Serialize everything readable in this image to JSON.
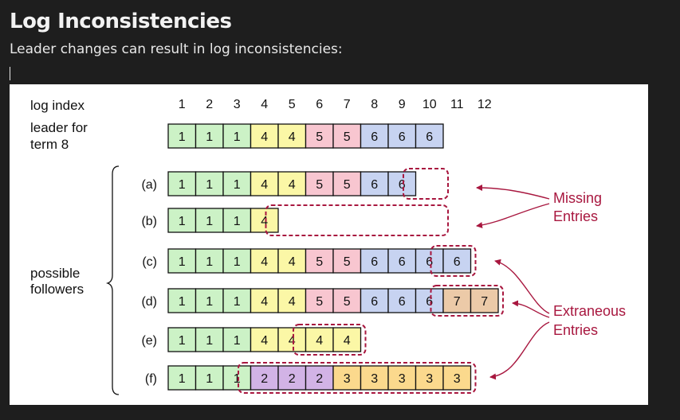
{
  "header": {
    "title": "Log Inconsistencies",
    "subtitle": "Leader changes can result in log inconsistencies:"
  },
  "diagram": {
    "log_index_label": "log index",
    "leader_label_line1": "leader for",
    "leader_label_line2": "term 8",
    "followers_label_line1": "possible",
    "followers_label_line2": "followers",
    "indices": [
      "1",
      "2",
      "3",
      "4",
      "5",
      "6",
      "7",
      "8",
      "9",
      "10",
      "11",
      "12"
    ],
    "term_colors": {
      "1": "#ccf2c6",
      "2": "#d2b3e6",
      "3": "#fbd98d",
      "4": "#fbf7a6",
      "5": "#f8c6d0",
      "6": "#c7d3f1",
      "7": "#eccaa8"
    },
    "leader": [
      1,
      1,
      1,
      4,
      4,
      5,
      5,
      6,
      6,
      6
    ],
    "followers": [
      {
        "label": "(a)",
        "entries": [
          1,
          1,
          1,
          4,
          4,
          5,
          5,
          6,
          6
        ]
      },
      {
        "label": "(b)",
        "entries": [
          1,
          1,
          1,
          4
        ]
      },
      {
        "label": "(c)",
        "entries": [
          1,
          1,
          1,
          4,
          4,
          5,
          5,
          6,
          6,
          6,
          6
        ]
      },
      {
        "label": "(d)",
        "entries": [
          1,
          1,
          1,
          4,
          4,
          5,
          5,
          6,
          6,
          6,
          7,
          7
        ]
      },
      {
        "label": "(e)",
        "entries": [
          1,
          1,
          1,
          4,
          4,
          4,
          4
        ]
      },
      {
        "label": "(f)",
        "entries": [
          1,
          1,
          1,
          2,
          2,
          2,
          3,
          3,
          3,
          3,
          3
        ]
      }
    ],
    "missing_label_line1": "Missing",
    "missing_label_line2": "Entries",
    "extraneous_label_line1": "Extraneous",
    "extraneous_label_line2": "Entries",
    "highlight_color": "#a8173f"
  }
}
